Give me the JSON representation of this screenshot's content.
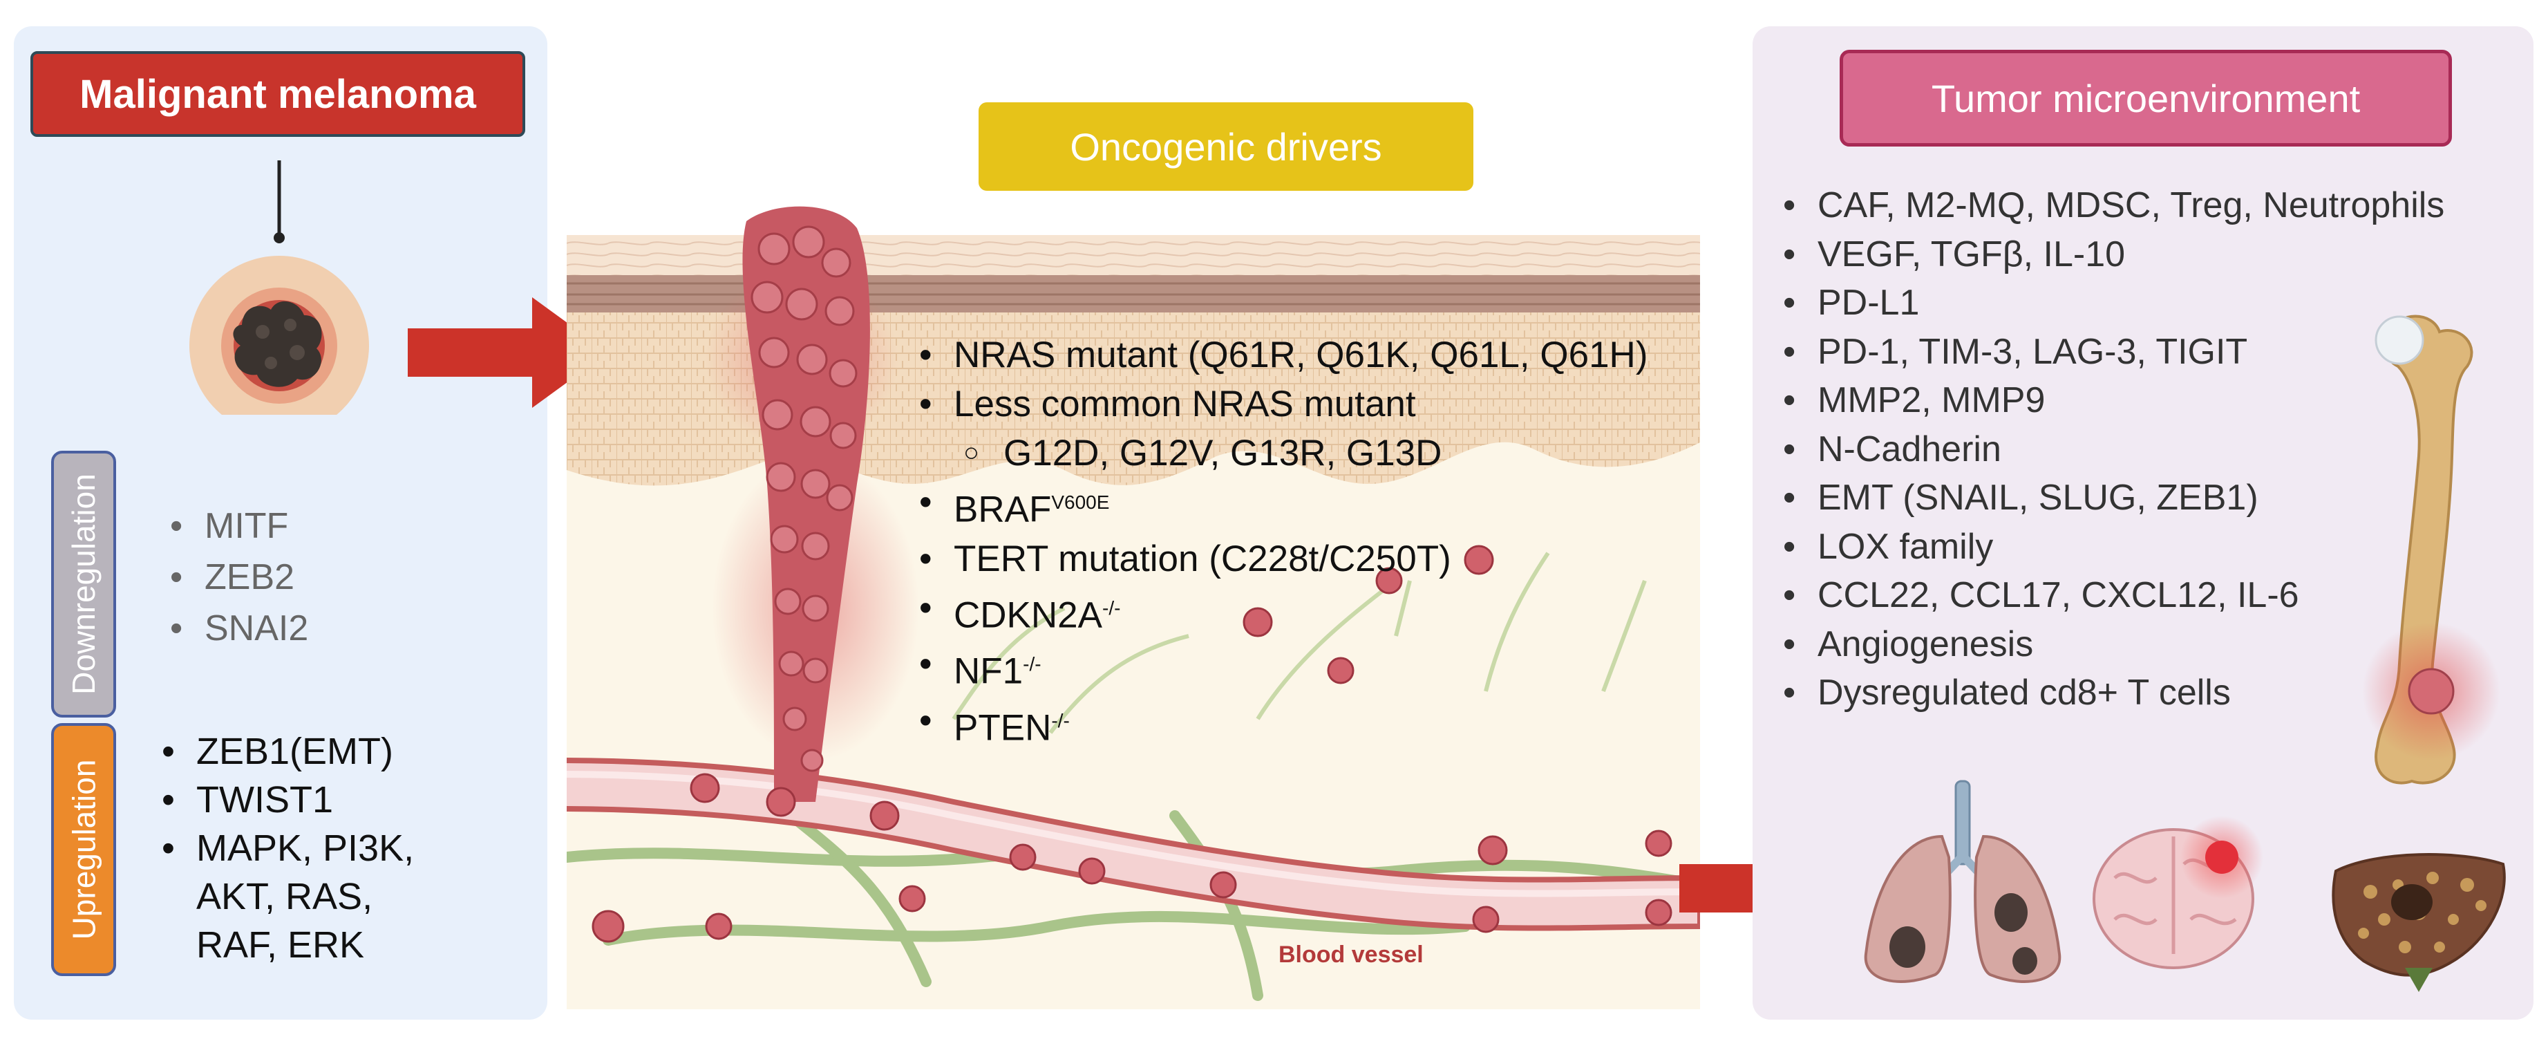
{
  "left_panel": {
    "title": "Malignant melanoma",
    "downregulation_label": "Downregulation",
    "downregulation_items": [
      "MITF",
      "ZEB2",
      "SNAI2"
    ],
    "upregulation_label": "Upregulation",
    "upregulation_items": [
      "ZEB1(EMT)",
      "TWIST1",
      "MAPK, PI3K,",
      "AKT, RAS,",
      "RAF, ERK"
    ]
  },
  "center": {
    "title": "Oncogenic drivers",
    "drivers": [
      "NRAS mutant (Q61R, Q61K, Q61L, Q61H)",
      "Less common NRAS mutant",
      "G12D, G12V, G13R, G13D",
      "BRAF",
      "TERT mutation (C228t/C250T)",
      "CDKN2A",
      "NF1",
      "PTEN"
    ],
    "sup_braf": "V600E",
    "sup_cdkn2a": "-/-",
    "sup_nf1": "-/-",
    "sup_pten": "-/-",
    "vessel_label": "Blood vessel"
  },
  "right_panel": {
    "title": "Tumor microenvironment",
    "items": [
      "CAF, M2-MQ, MDSC, Treg, Neutrophils",
      "VEGF, TGFβ, IL-10",
      "PD-L1",
      "PD-1, TIM-3, LAG-3, TIGIT",
      "MMP2, MMP9",
      "N-Cadherin",
      "EMT (SNAIL, SLUG, ZEB1)",
      "LOX family",
      "CCL22, CCL17, CXCL12, IL-6",
      "Angiogenesis",
      "Dysregulated cd8+ T cells"
    ]
  },
  "colors": {
    "red": "#c8342c",
    "yellow": "#e6c319",
    "pink": "#d9698e",
    "orange": "#ec8a2b",
    "gray": "#b8b4bc"
  }
}
